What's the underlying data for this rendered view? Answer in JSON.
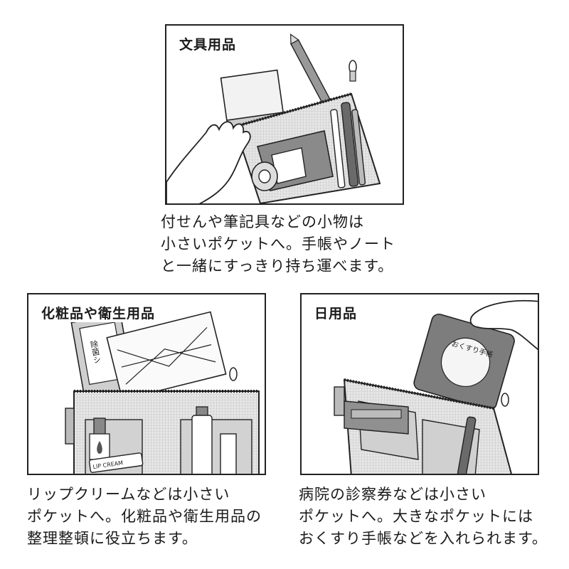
{
  "panels": {
    "stationery": {
      "label": "文具用品",
      "caption": [
        "付せんや筆記具などの小物は",
        "小さいポケットへ。手帳やノート",
        "と一緒にすっきり持ち運べます。"
      ]
    },
    "cosmetics": {
      "label": "化粧品や衛生用品",
      "sheet_text": "除菌シ",
      "lip_text": "LIP CREAM",
      "caption": [
        "リップクリームなどは小さい",
        "ポケットへ。化粧品や衛生用品の",
        "整理整頓に役立ちます。"
      ]
    },
    "daily": {
      "label": "日用品",
      "notebook_text": "おくすり手帳",
      "caption": [
        "病院の診察券などは小さい",
        "ポケットへ。大きなポケットには",
        "おくすり手帳などを入れられます。"
      ]
    }
  }
}
